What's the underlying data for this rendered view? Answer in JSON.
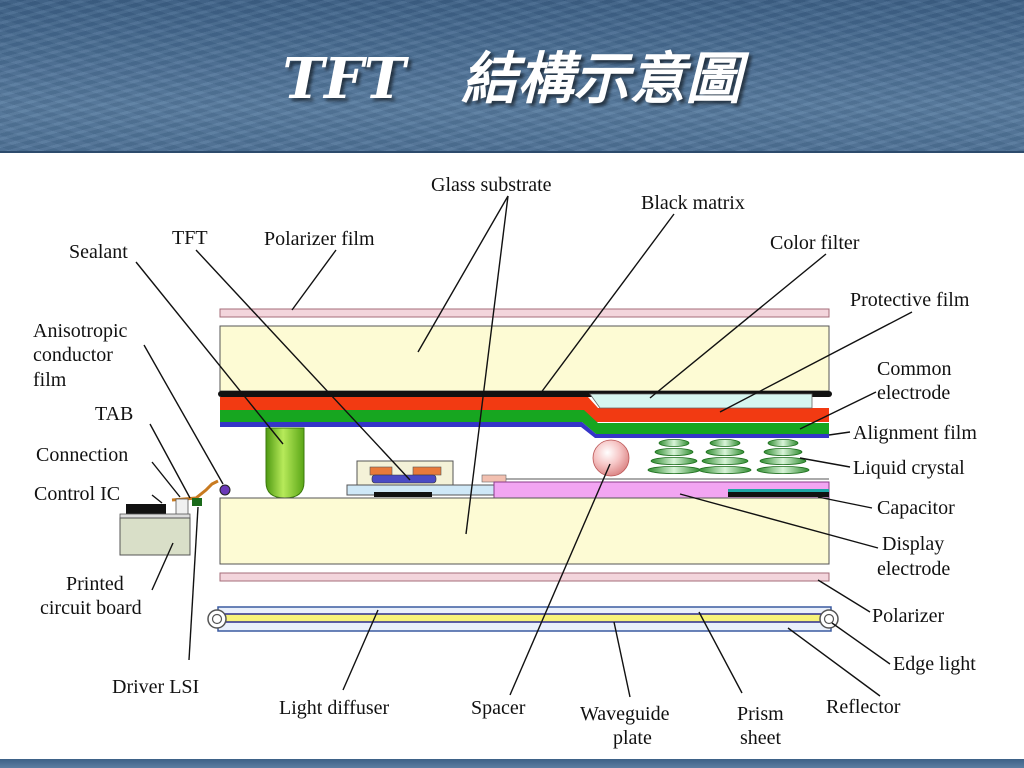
{
  "slide": {
    "title": "TFT　結構示意圖"
  },
  "labels": {
    "glass_substrate": "Glass substrate",
    "black_matrix": "Black matrix",
    "color_filter": "Color filter",
    "protective_film": "Protective film",
    "common_electrode": [
      "Common",
      "electrode"
    ],
    "alignment_film": "Alignment film",
    "liquid_crystal": "Liquid crystal",
    "capacitor": "Capacitor",
    "display_electrode": [
      "Display",
      "electrode"
    ],
    "polarizer": "Polarizer",
    "edge_light": "Edge light",
    "reflector": "Reflector",
    "prism_sheet": [
      "Prism",
      "sheet"
    ],
    "waveguide_plate": [
      "Waveguide",
      "plate"
    ],
    "spacer": "Spacer",
    "light_diffuser": "Light diffuser",
    "driver_lsi": "Driver LSI",
    "printed_circuit_board": [
      "Printed",
      "circuit board"
    ],
    "control_ic": "Control IC",
    "connection": "Connection",
    "tab": "TAB",
    "anisotropic_conductor_film": [
      "Anisotropic",
      "conductor",
      "film"
    ],
    "sealant": "Sealant",
    "tft": "TFT",
    "polarizer_film": "Polarizer film"
  },
  "colors": {
    "glass": "#fdfbd4",
    "polarizer": "#f3d5dc",
    "black_matrix": "#111111",
    "color_filter_red": "#f23a12",
    "common_electrode": "#17a620",
    "alignment_film": "#3535c8",
    "protective_film": "#d6f6f0",
    "sealant": "#7fc72a",
    "display_electrode": "#f2a5f2",
    "light_guide": "#f7f27a",
    "title_text": "#ffffff"
  }
}
